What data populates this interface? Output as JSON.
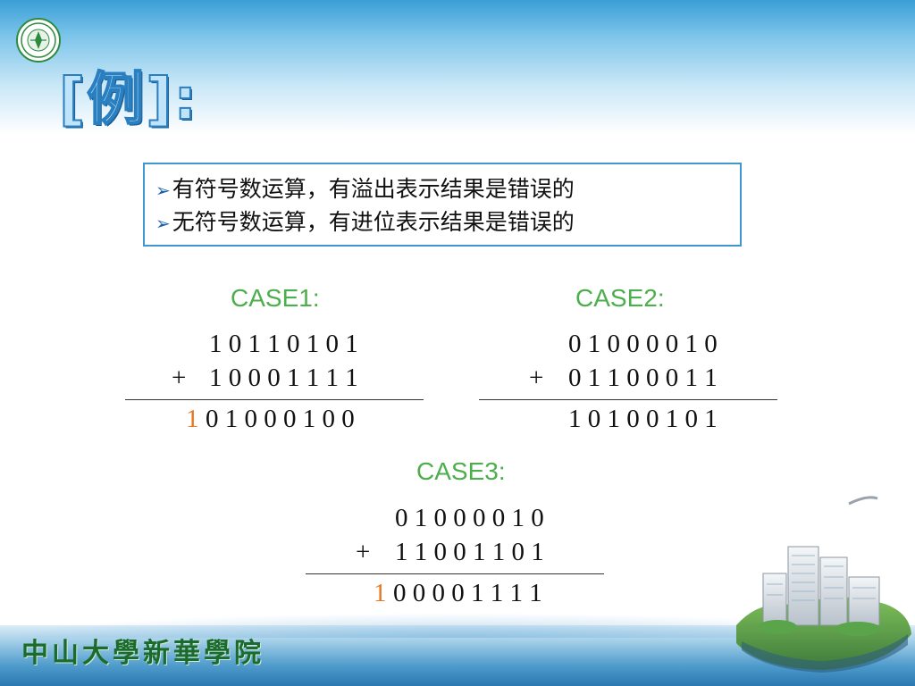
{
  "slide": {
    "title": "[例]:",
    "notes": [
      "有符号数运算，有溢出表示结果是错误的",
      "无符号数运算，有进位表示结果是错误的"
    ],
    "bullet_glyph": "➢",
    "footer": "中山大學新華學院"
  },
  "cases": [
    {
      "label": "CASE1:",
      "operand1": "1 0 1 1 0 1 0 1",
      "operator": "+",
      "operand2": "1 0 0 0 1 1 1 1",
      "carry": "1",
      "result": "0 1 0 0 0 1 0 0"
    },
    {
      "label": "CASE2:",
      "operand1": "0 1 0 0 0 0 1 0",
      "operator": "+",
      "operand2": "0 1 1 0 0 0 1 1",
      "carry": "",
      "result": "1 0 1 0 0 1 0 1"
    },
    {
      "label": "CASE3:",
      "operand1": "0 1 0 0 0 0 1 0",
      "operator": "+",
      "operand2": "1 1 0 0 1 1 0 1",
      "carry": "1",
      "result": "0 0 0 0 1 1 1 1"
    }
  ],
  "colors": {
    "case_label": "#4cae4c",
    "carry": "#e87722",
    "box_border": "#3d97d3",
    "title_fill": "#bfe3f8",
    "footer_text": "#1a6b2d"
  },
  "icons": {
    "logo": "university-seal-icon",
    "building": "campus-building-icon",
    "bullet": "arrow-bullet-icon"
  }
}
